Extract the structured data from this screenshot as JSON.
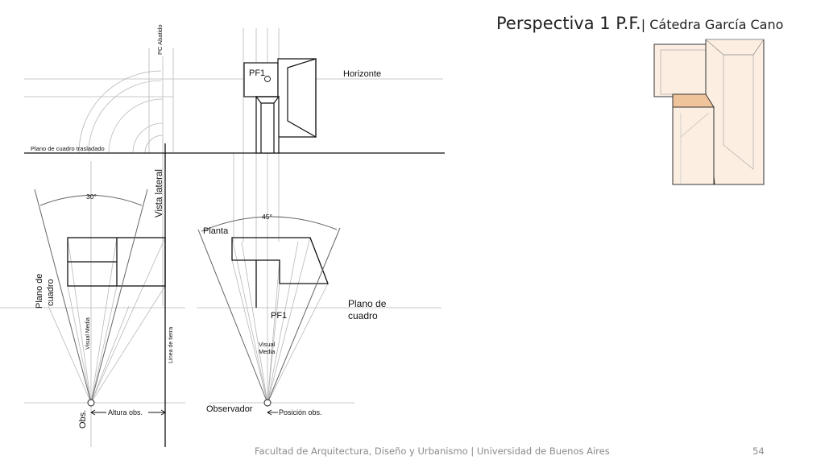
{
  "slide": {
    "title": "Perspectiva 1 P.F.",
    "subtitle": "| Cátedra García Cano",
    "footer": "Facultad de Arquitectura, Diseño y Urbanismo | Universidad de Buenos Aires",
    "page_number": "54"
  },
  "diagram": {
    "labels": {
      "pc_abatido": "PC Abatido",
      "pf1_top": "PF1",
      "horizonte": "Horizonte",
      "plano_trasladado": "Plano de cuadro trasladado",
      "vista_lateral": "Vista lateral",
      "angle_30": "30°",
      "angle_45": "45°",
      "planta": "Planta",
      "plano_de_cuadro_left_1": "Plano de",
      "plano_de_cuadro_left_2": "cuadro",
      "plano_de_cuadro_right_1": "Plano de",
      "plano_de_cuadro_right_2": "cuadro",
      "pf1_bottom": "PF1",
      "visual_media_left": "Visual Media",
      "visual_media_right_1": "Visual",
      "visual_media_right_2": "Media",
      "linea_de_tierra": "Línea de tierra",
      "obs": "Obs.",
      "altura_obs": "Altura obs.",
      "observador": "Observador",
      "posicion_obs": "Posición obs."
    },
    "colors": {
      "line": "#111111",
      "construction": "#b5b5b5",
      "fill_light": "#fcefe2",
      "fill_mid": "#f6d8bc",
      "fill_dark": "#f0c49a"
    }
  }
}
